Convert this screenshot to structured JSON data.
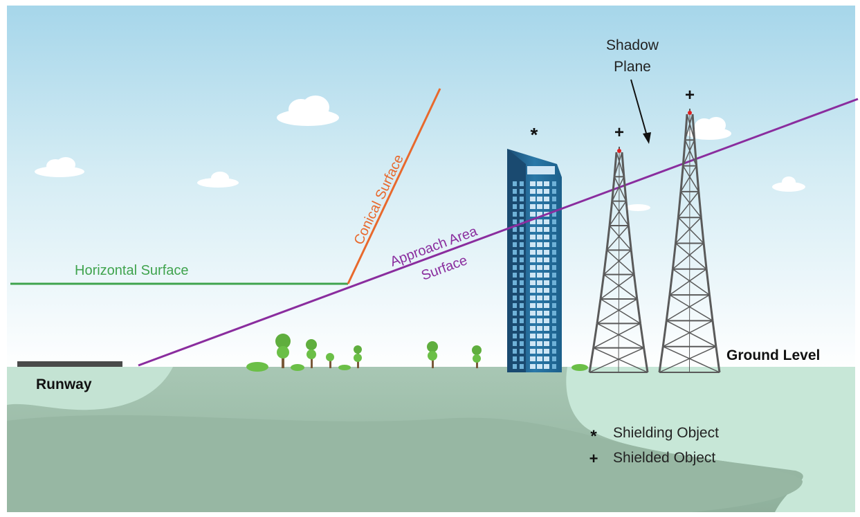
{
  "labels": {
    "horizontal_surface": "Horizontal Surface",
    "conical_surface": "Conical Surface",
    "approach_line1": "Approach Area",
    "approach_line2": "Surface",
    "shadow_line1": "Shadow",
    "shadow_line2": "Plane",
    "ground_level": "Ground Level",
    "runway": "Runway"
  },
  "markers": {
    "shielding_symbol": "*",
    "shielded_symbol": "+"
  },
  "legend": [
    {
      "symbol": "*",
      "label": "Shielding Object"
    },
    {
      "symbol": "+",
      "label": "Shielded Object"
    }
  ],
  "colors": {
    "horizontal_surface": "#3fa34d",
    "conical_surface": "#e8692d",
    "approach_surface": "#8a2d9e",
    "sky_top": "#a9d8ea",
    "ground": "#97b8a3",
    "ground_light": "#c5e6d6",
    "runway": "#4a4a4a",
    "building": "#1f5f8a",
    "tower": "#555555",
    "beacon": "#e02020"
  }
}
